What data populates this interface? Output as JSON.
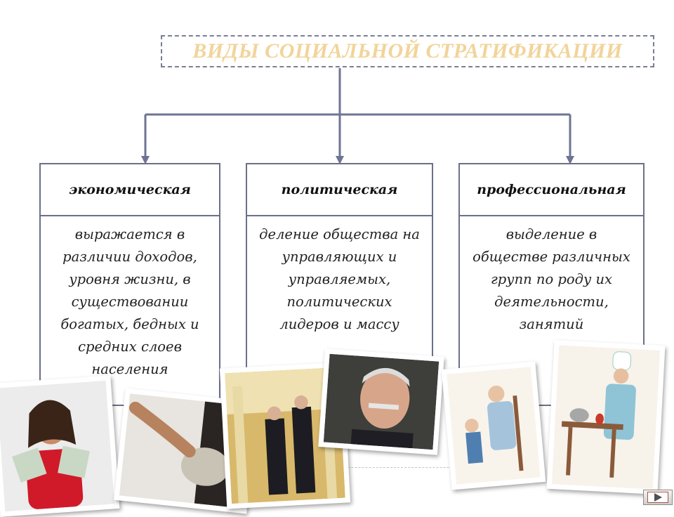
{
  "title": "ВИДЫ СОЦИАЛЬНОЙ СТРАТИФИКАЦИИ",
  "columns": [
    {
      "heading": "экономическая",
      "body": "выражается в различии доходов, уровня жизни, в существовании богатых, бедных и средних слоев населения"
    },
    {
      "heading": "политическая",
      "body": "деление общества на управляющих и управляемых, политических лидеров и массу"
    },
    {
      "heading": "профессиональная",
      "body": "выделение в обществе различных групп по роду их деятельности, занятий"
    }
  ],
  "colors": {
    "title": "#f2d49a",
    "border": "#6b7089",
    "connector": "#6e7493"
  },
  "nav": {
    "icon": "next-slide-arrow-icon"
  }
}
